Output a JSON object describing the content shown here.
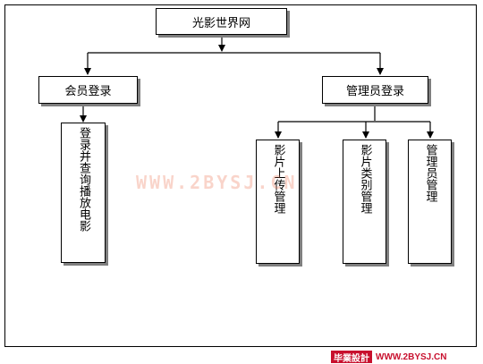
{
  "diagram": {
    "root": "光影世界网",
    "member_login": "会员登录",
    "admin_login": "管理员登录",
    "member_leaf": "登录并查询播放电影",
    "admin_leaf_1": "影片上传管理",
    "admin_leaf_2": "影片类别管理",
    "admin_leaf_3": "管理员管理"
  },
  "watermark": {
    "text": "WWW.2BYSJ.CN"
  },
  "footer": {
    "badge": "毕業設計",
    "url": "WWW.2BYSJ.CN"
  },
  "colors": {
    "line": "#000000",
    "shadow": "#7f7f7f",
    "watermark": "#eb785a",
    "footer_red": "#c8102e"
  }
}
